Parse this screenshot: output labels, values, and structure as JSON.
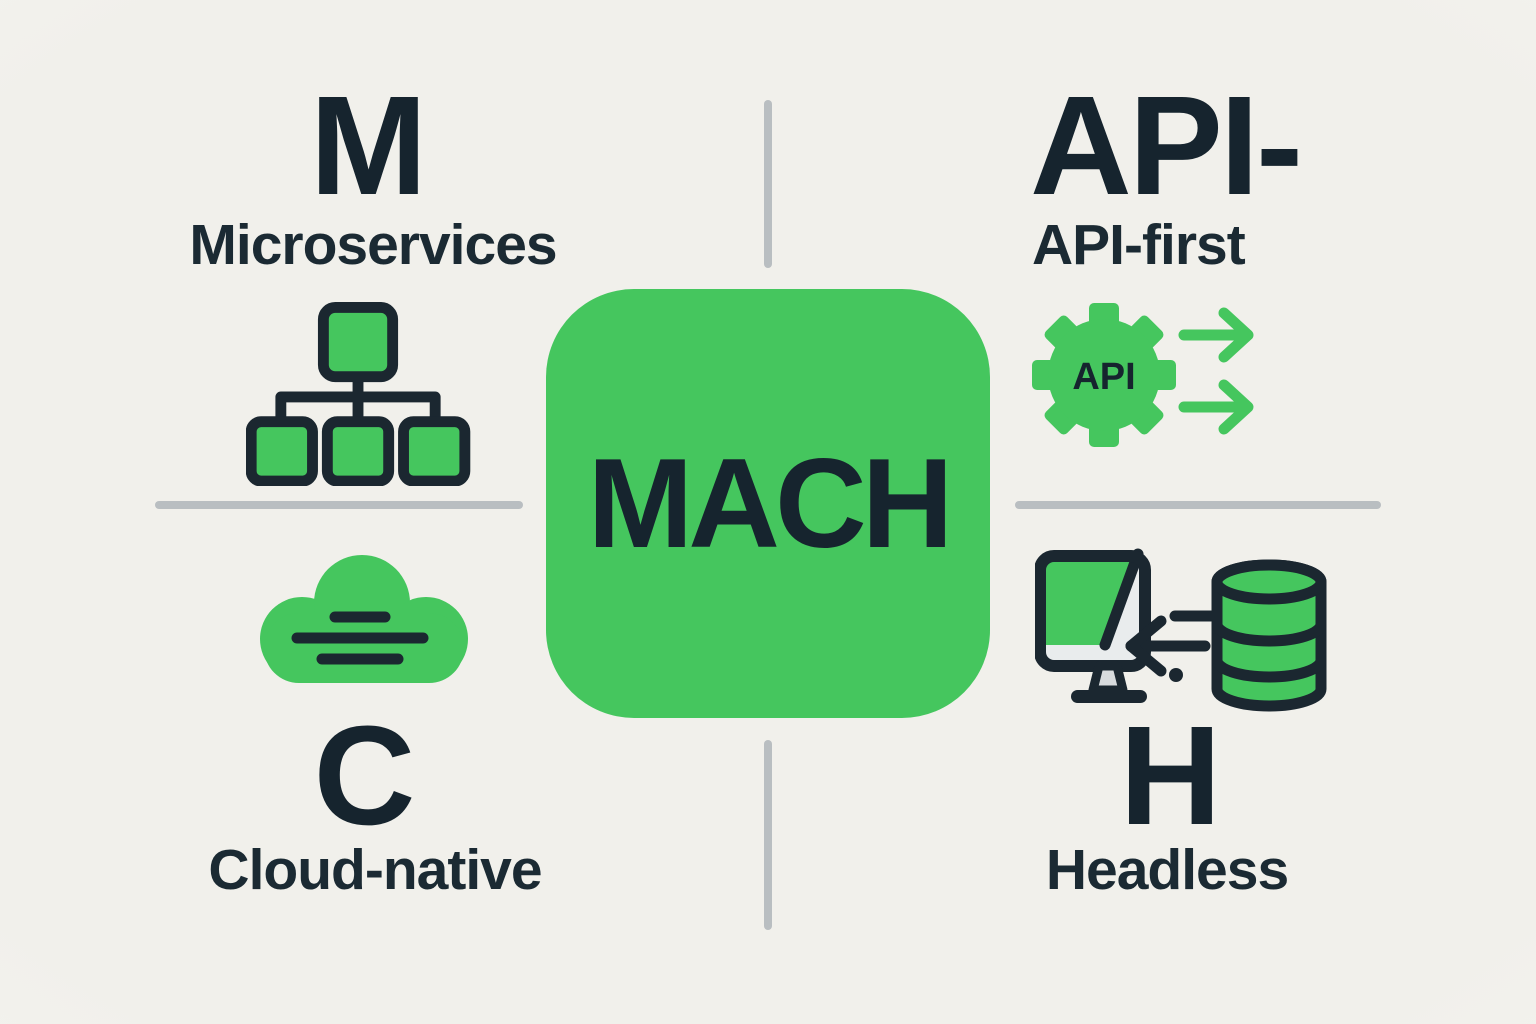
{
  "center": {
    "label": "MACH"
  },
  "quadrants": {
    "microservices": {
      "letter": "M",
      "label": "Microservices",
      "icon": "hierarchy-icon"
    },
    "api_first": {
      "letter": "API-",
      "label": "API-first",
      "icon": "api-gear-icon"
    },
    "cloud_native": {
      "letter": "C",
      "label": "Cloud-native",
      "icon": "cloud-icon"
    },
    "headless": {
      "letter": "H",
      "label": "Headless",
      "icon": "monitor-database-icon"
    }
  },
  "icons": {
    "api_gear": {
      "text": "API"
    }
  },
  "colors": {
    "background": "#F1F0EB",
    "accent_green": "#45C65E",
    "dark_navy": "#16242E",
    "divider_gray": "#B9BEC1"
  }
}
